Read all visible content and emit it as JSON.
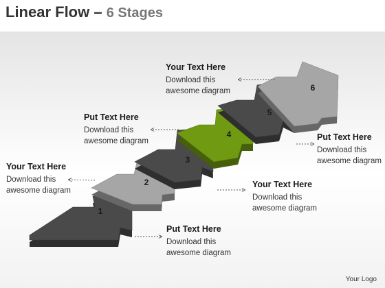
{
  "title": {
    "main": "Linear Flow",
    "dash": "–",
    "sub": "6 Stages"
  },
  "stages": [
    {
      "number": "1",
      "color": "#4a4a4a"
    },
    {
      "number": "2",
      "color": "#a6a6a6"
    },
    {
      "number": "3",
      "color": "#4a4a4a"
    },
    {
      "number": "4",
      "color": "#6f9a12"
    },
    {
      "number": "5",
      "color": "#4a4a4a"
    },
    {
      "number": "6",
      "color": "#a6a6a6"
    }
  ],
  "callouts": [
    {
      "heading": "Your Text Here",
      "line1": "Download this",
      "line2": "awesome diagram"
    },
    {
      "heading": "Put Text Here",
      "line1": "Download this",
      "line2": "awesome diagram"
    },
    {
      "heading": "Your Text Here",
      "line1": "Download this",
      "line2": "awesome diagram"
    },
    {
      "heading": "Put Text Here",
      "line1": "Download this",
      "line2": "awesome diagram"
    },
    {
      "heading": "Your Text Here",
      "line1": "Download this",
      "line2": "awesome diagram"
    },
    {
      "heading": "Put Text Here",
      "line1": "Download this",
      "line2": "awesome diagram"
    }
  ],
  "footer": {
    "logo": "Your Logo"
  }
}
